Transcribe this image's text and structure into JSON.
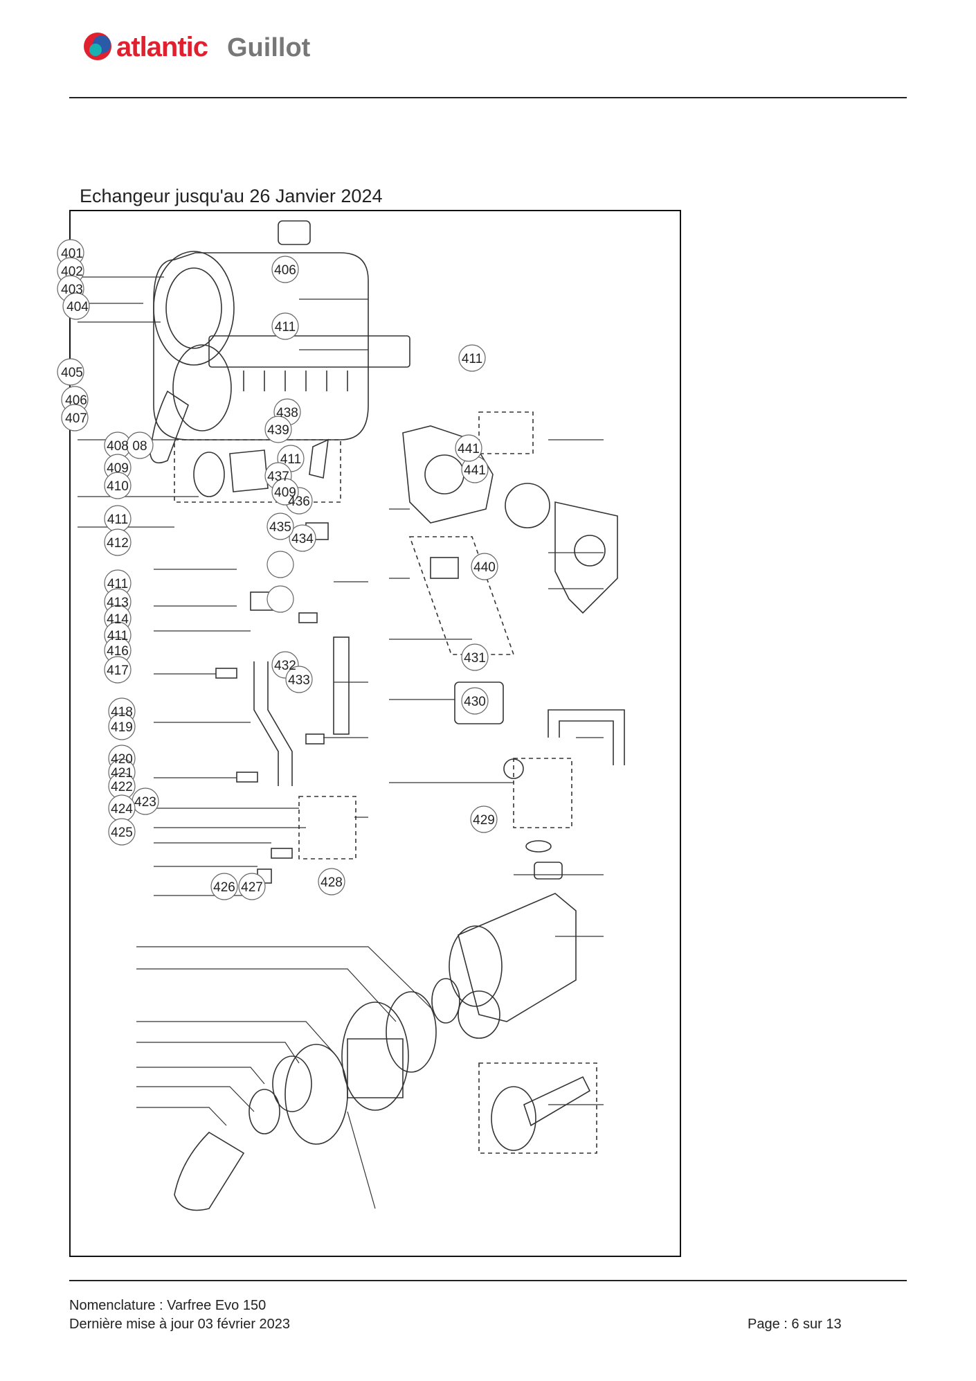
{
  "brand": {
    "name_part1": "atlantic",
    "name_part2": "Guillot"
  },
  "section": {
    "title": "Echangeur jusqu'au 26 Janvier 2024"
  },
  "diagram": {
    "callouts": [
      "401",
      "402",
      "403",
      "404",
      "405",
      "406",
      "407",
      "408",
      "08",
      "409",
      "410",
      "411",
      "412",
      "411",
      "413",
      "414",
      "411",
      "416",
      "417",
      "418",
      "419",
      "420",
      "421",
      "422",
      "423",
      "424",
      "425",
      "426",
      "427",
      "428",
      "429",
      "430",
      "431",
      "432",
      "433",
      "434",
      "435",
      "436",
      "411",
      "437",
      "409",
      "438",
      "439",
      "440",
      "441",
      "441",
      "406",
      "411",
      "411"
    ]
  },
  "footer": {
    "line1": "Nomenclature : Varfree Evo 150",
    "line2": "Dernière mise à jour 03 février 2023",
    "page": "Page : 6 sur 13"
  }
}
